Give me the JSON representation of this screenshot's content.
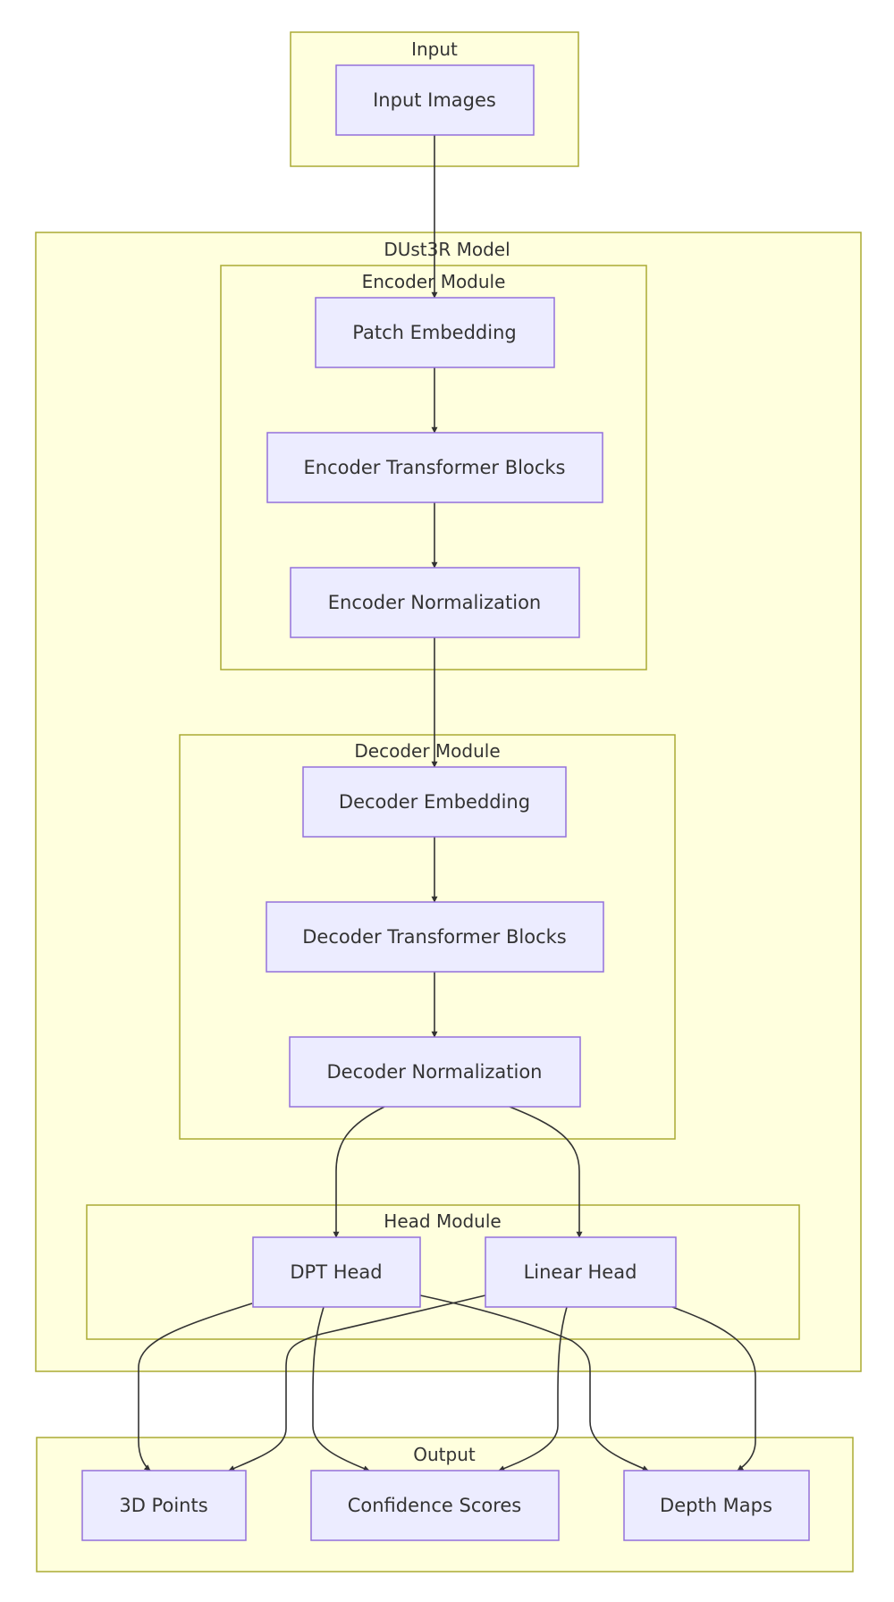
{
  "diagram": {
    "clusters": {
      "input": "Input",
      "model": "DUst3R Model",
      "encoder": "Encoder Module",
      "decoder": "Decoder Module",
      "head": "Head Module",
      "output": "Output"
    },
    "nodes": {
      "input_images": "Input Images",
      "patch_embedding": "Patch Embedding",
      "encoder_blocks": "Encoder Transformer Blocks",
      "encoder_norm": "Encoder Normalization",
      "decoder_embedding": "Decoder Embedding",
      "decoder_blocks": "Decoder Transformer Blocks",
      "decoder_norm": "Decoder Normalization",
      "dpt_head": "DPT Head",
      "linear_head": "Linear Head",
      "points_3d": "3D Points",
      "confidence": "Confidence Scores",
      "depth_maps": "Depth Maps"
    },
    "edges": [
      {
        "from": "Input Images",
        "to": "Patch Embedding"
      },
      {
        "from": "Patch Embedding",
        "to": "Encoder Transformer Blocks"
      },
      {
        "from": "Encoder Transformer Blocks",
        "to": "Encoder Normalization"
      },
      {
        "from": "Encoder Normalization",
        "to": "Decoder Embedding"
      },
      {
        "from": "Decoder Embedding",
        "to": "Decoder Transformer Blocks"
      },
      {
        "from": "Decoder Transformer Blocks",
        "to": "Decoder Normalization"
      },
      {
        "from": "Decoder Normalization",
        "to": "DPT Head"
      },
      {
        "from": "Decoder Normalization",
        "to": "Linear Head"
      },
      {
        "from": "DPT Head",
        "to": "3D Points"
      },
      {
        "from": "DPT Head",
        "to": "Confidence Scores"
      },
      {
        "from": "DPT Head",
        "to": "Depth Maps"
      },
      {
        "from": "Linear Head",
        "to": "3D Points"
      },
      {
        "from": "Linear Head",
        "to": "Confidence Scores"
      },
      {
        "from": "Linear Head",
        "to": "Depth Maps"
      }
    ],
    "colors": {
      "cluster_fill": "#ffffde",
      "cluster_stroke": "#aaaa33",
      "node_fill": "#ececff",
      "node_stroke": "#9370db",
      "edge": "#333333"
    }
  }
}
